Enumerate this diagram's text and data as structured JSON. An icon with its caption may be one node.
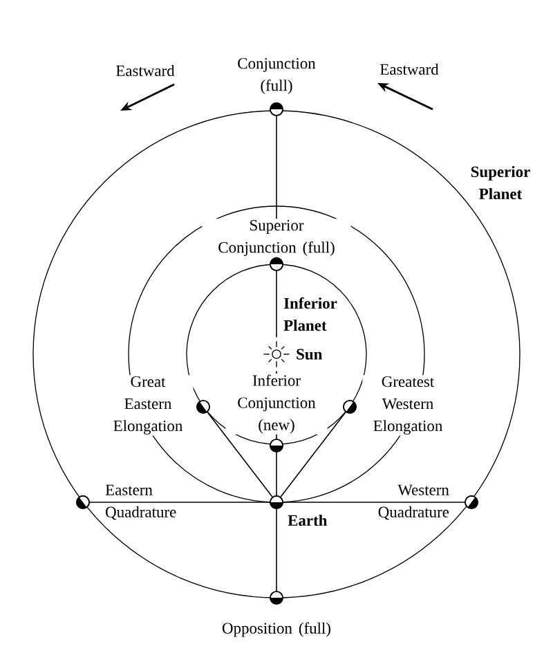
{
  "diagram": {
    "nodes": [
      {
        "text": [
          "Conjunction (full)"
        ]
      },
      {
        "text": [
          "Superior Conjunction (full)"
        ]
      },
      {
        "text": [
          "Sun"
        ]
      },
      {
        "text": [
          "Great Eastern Elongation"
        ]
      },
      {
        "text": [
          "Inferior Conjunction (new)"
        ]
      },
      {
        "text": [
          "Greatest Western Elongation"
        ]
      },
      {
        "text": [
          "Eastern Quadrature"
        ]
      },
      {
        "text": [
          "Earth"
        ]
      },
      {
        "text": [
          "Western Quadrature"
        ]
      },
      {
        "text": [
          "Opposition (full)"
        ]
      }
    ],
    "edges": [
      {
        "from": 0,
        "to": 1,
        "arrow": "none"
      },
      {
        "from": 1,
        "to": 2,
        "arrow": "none"
      },
      {
        "from": 2,
        "to": 4,
        "arrow": "none"
      },
      {
        "from": 4,
        "to": 7,
        "arrow": "none"
      },
      {
        "from": 7,
        "to": 3,
        "arrow": "none"
      },
      {
        "from": 7,
        "to": 5,
        "arrow": "none"
      },
      {
        "from": 6,
        "to": 7,
        "arrow": "none"
      },
      {
        "from": 7,
        "to": 8,
        "arrow": "none"
      },
      {
        "from": 7,
        "to": 9,
        "arrow": "none"
      }
    ],
    "labels": [
      "Eastward",
      "Eastward",
      "Superior Planet",
      "Inferior Planet"
    ]
  }
}
